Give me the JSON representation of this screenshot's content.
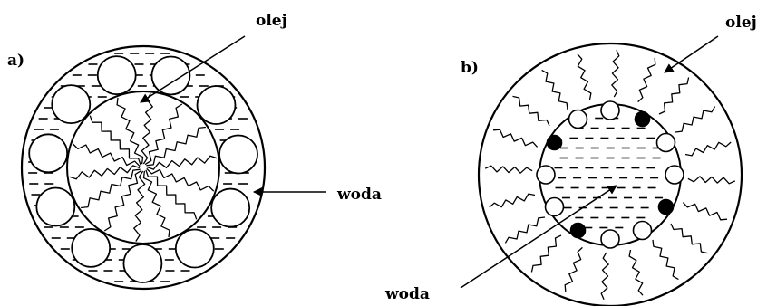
{
  "panels": [
    {
      "id": "a",
      "label": "a)",
      "outer_phase": "woda",
      "inner_phase": "olej",
      "pointer_labels": [
        "olej",
        "woda"
      ]
    },
    {
      "id": "b",
      "label": "b)",
      "outer_phase": "olej",
      "inner_phase": "woda",
      "pointer_labels": [
        "olej",
        "woda"
      ]
    }
  ],
  "colors": {
    "ink": "#000000",
    "paper": "#ffffff"
  }
}
